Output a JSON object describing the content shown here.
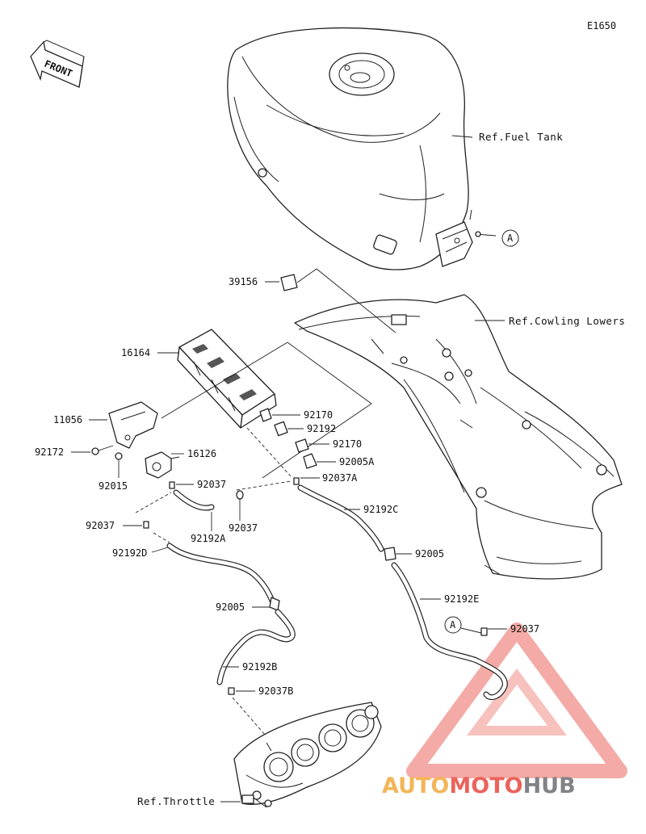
{
  "diagram": {
    "code": "E1650",
    "front_label": "FRONT",
    "refs": {
      "fuel_tank": "Ref.Fuel Tank",
      "cowling": "Ref.Cowling Lowers",
      "throttle": "Ref.Throttle"
    },
    "marker": "A",
    "parts": {
      "p39156": "39156",
      "p16164": "16164",
      "p11056": "11056",
      "p92172": "92172",
      "p92015": "92015",
      "p16126": "16126",
      "p92037_a": "92037",
      "p92037_b": "92037",
      "p92037_c": "92037",
      "p92037_d": "92037",
      "p92192A": "92192A",
      "p92192B": "92192B",
      "p92192C": "92192C",
      "p92192D": "92192D",
      "p92192E": "92192E",
      "p92170_a": "92170",
      "p92170_b": "92170",
      "p92192": "92192",
      "p92005A": "92005A",
      "p92037A": "92037A",
      "p92005_a": "92005",
      "p92005_b": "92005",
      "p92037B": "92037B"
    }
  },
  "watermark": {
    "part1": "AUTO",
    "part2": "MOTO",
    "part3": "HUB",
    "color1": "#f2a93b",
    "color2": "#e8483f",
    "color3": "#6d6e71"
  }
}
